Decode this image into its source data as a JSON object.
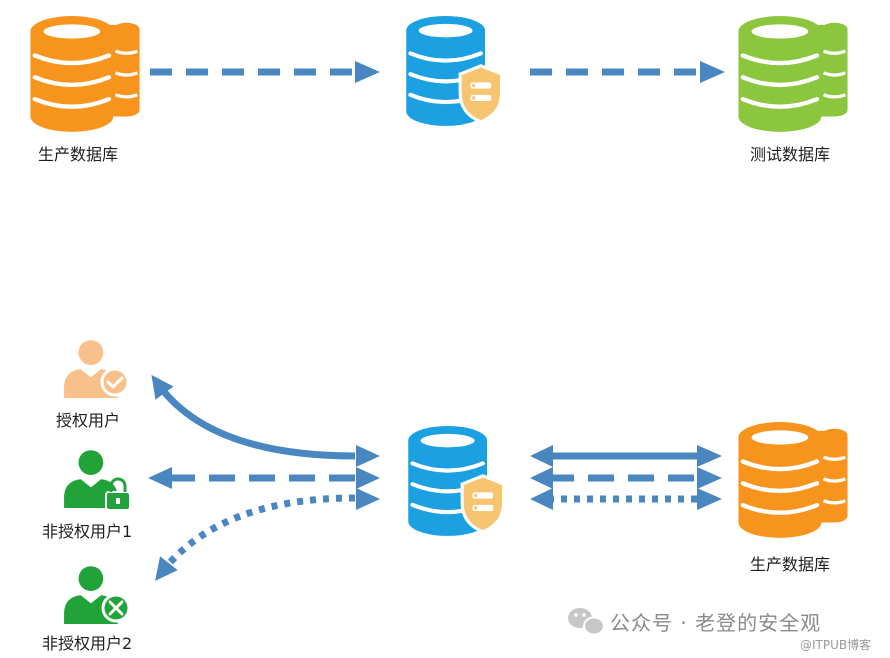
{
  "top_flow": {
    "source_label": "生产数据库",
    "target_label": "测试数据库"
  },
  "bottom_flow": {
    "users": [
      {
        "label": "授权用户"
      },
      {
        "label": "非授权用户1"
      },
      {
        "label": "非授权用户2"
      }
    ],
    "database_label": "生产数据库"
  },
  "watermark": {
    "text": "公众号 · 老登的安全观",
    "source": "@ITPUB博客"
  },
  "colors": {
    "orange": "#F7941D",
    "blue": "#1BA1E2",
    "green": "#8CC63F",
    "arrow": "#4A86C0",
    "user_orange": "#F8C08A",
    "user_green": "#22A33A",
    "shield": "#F7C56F"
  },
  "icons": {
    "database": "database-icon",
    "shield": "shield-masking-icon",
    "user_authorized": "user-check-icon",
    "user_locked": "user-lock-icon",
    "user_denied": "user-x-icon",
    "wechat": "wechat-icon"
  }
}
